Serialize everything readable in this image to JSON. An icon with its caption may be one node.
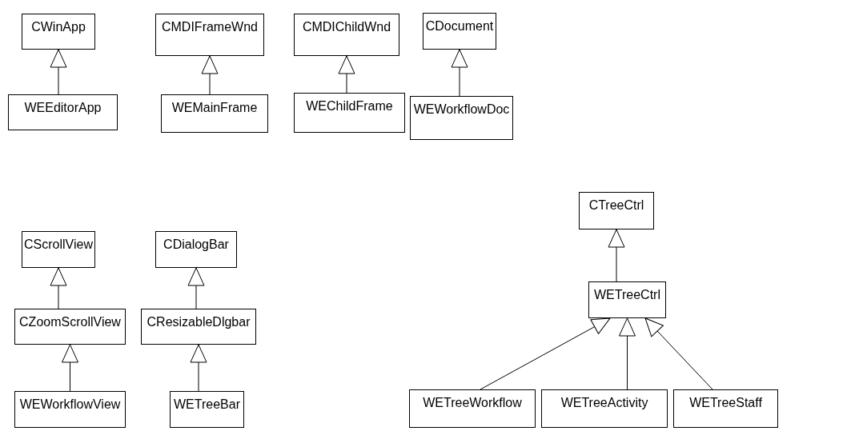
{
  "diagram": {
    "nodes": [
      {
        "text": [
          "CWinApp"
        ]
      },
      {
        "text": [
          "CMDIFrameWnd"
        ]
      },
      {
        "text": [
          "CMDIChildWnd"
        ]
      },
      {
        "text": [
          "CDocument"
        ]
      },
      {
        "text": [
          "WEEditorApp"
        ]
      },
      {
        "text": [
          "WEMainFrame"
        ]
      },
      {
        "text": [
          "WEChildFrame"
        ]
      },
      {
        "text": [
          "WEWorkflowDoc"
        ]
      },
      {
        "text": [
          "CTreeCtrl"
        ]
      },
      {
        "text": [
          "CScrollView"
        ]
      },
      {
        "text": [
          "CDialogBar"
        ]
      },
      {
        "text": [
          "WETreeCtrl"
        ]
      },
      {
        "text": [
          "CZoomScrollView"
        ]
      },
      {
        "text": [
          "CResizableDlgbar"
        ]
      },
      {
        "text": [
          "WEWorkflowView"
        ]
      },
      {
        "text": [
          "WETreeBar"
        ]
      },
      {
        "text": [
          "WETreeWorkflow"
        ]
      },
      {
        "text": [
          "WETreeActivity"
        ]
      },
      {
        "text": [
          "WETreeStaff"
        ]
      }
    ],
    "edges": [
      {
        "from": 4,
        "to": 0,
        "arrow": "to"
      },
      {
        "from": 5,
        "to": 1,
        "arrow": "to"
      },
      {
        "from": 6,
        "to": 2,
        "arrow": "to"
      },
      {
        "from": 7,
        "to": 3,
        "arrow": "to"
      },
      {
        "from": 12,
        "to": 9,
        "arrow": "to"
      },
      {
        "from": 14,
        "to": 12,
        "arrow": "to"
      },
      {
        "from": 13,
        "to": 10,
        "arrow": "to"
      },
      {
        "from": 15,
        "to": 13,
        "arrow": "to"
      },
      {
        "from": 11,
        "to": 8,
        "arrow": "to"
      },
      {
        "from": 16,
        "to": 11,
        "arrow": "to"
      },
      {
        "from": 17,
        "to": 11,
        "arrow": "to"
      },
      {
        "from": 18,
        "to": 11,
        "arrow": "to"
      }
    ]
  }
}
